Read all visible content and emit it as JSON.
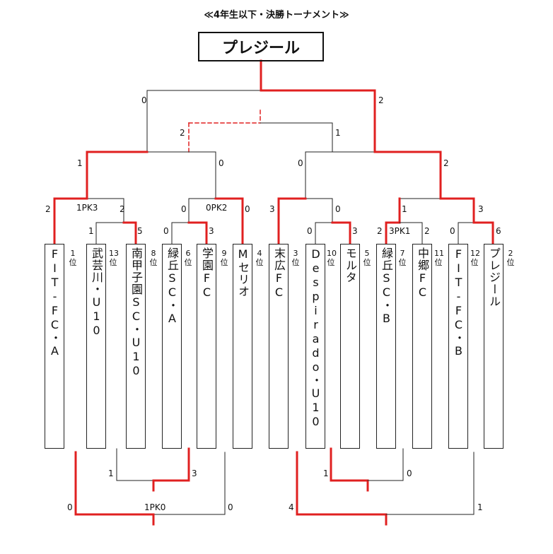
{
  "title": "≪4年生以下・決勝トーナメント≫",
  "champion": "プレジール",
  "teams": [
    {
      "name": "FIT-FC・A",
      "rank": "1位"
    },
    {
      "name": "武芸川・U10",
      "rank": "13位"
    },
    {
      "name": "南甲子園SC・U10",
      "rank": "8位"
    },
    {
      "name": "緑丘SC・A",
      "rank": "6位"
    },
    {
      "name": "学園FC",
      "rank": "9位"
    },
    {
      "name": "Mセリオ",
      "rank": "4位"
    },
    {
      "name": "末広FC",
      "rank": "3位"
    },
    {
      "name": "Despirado・U10",
      "rank": "10位"
    },
    {
      "name": "モルタ",
      "rank": "5位"
    },
    {
      "name": "緑丘SC・B",
      "rank": "7位"
    },
    {
      "name": "中郷FC",
      "rank": "11位"
    },
    {
      "name": "FIT-FC・B",
      "rank": "12位"
    },
    {
      "name": "プレジール",
      "rank": "2位"
    }
  ],
  "scores": {
    "final_left": "0",
    "final_right": "2",
    "third_left": "2",
    "third_right": "1",
    "semi1_left": "1",
    "semi1_right": "0",
    "semi2_left": "0",
    "semi2_right": "2",
    "q1_left": "2",
    "q1_pk": "1PK3",
    "q1_right": "2",
    "q2_left": "0",
    "q2_pk": "0PK2",
    "q2_right": "0",
    "q3_left": "3",
    "q3_right": "0",
    "q4_left": "1",
    "q4_right": "3",
    "r1_left": "1",
    "r1_right": "5",
    "r2_left": "0",
    "r2_right": "3",
    "r3_left": "0",
    "r3_right": "3",
    "r4_left": "2",
    "r4_pk": "3PK1",
    "r4_right": "2",
    "r5_left": "0",
    "r5_right": "6",
    "c1_left": "1",
    "c1_right": "3",
    "c2_left": "0",
    "c2_pk": "1PK0",
    "c2_right": "0",
    "c3_left": "1",
    "c3_right": "0",
    "c4_left": "4",
    "c4_right": "1"
  }
}
